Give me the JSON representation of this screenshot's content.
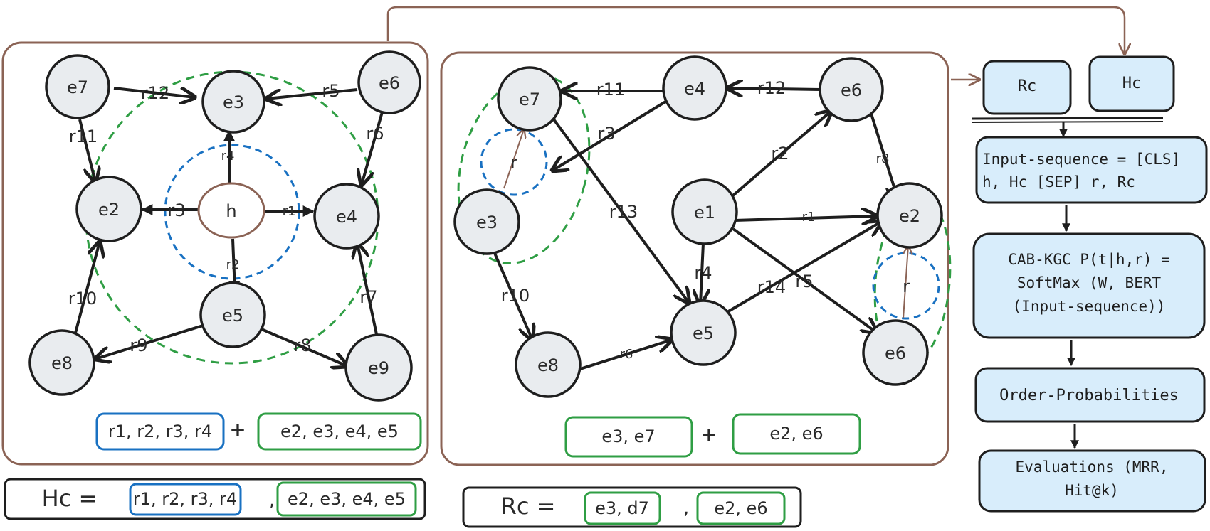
{
  "hc_panel": {
    "nodes": {
      "e7": "e7",
      "e3": "e3",
      "e6": "e6",
      "e2": "e2",
      "h": "h",
      "e4": "e4",
      "e5": "e5",
      "e8": "e8",
      "e9": "e9"
    },
    "edges": {
      "r12": "r12",
      "r5": "r5",
      "r11": "r11",
      "r6": "r6",
      "r4": "r4",
      "r3": "r3",
      "r1": "r1",
      "r2": "r2",
      "r10": "r10",
      "r7": "r7",
      "r9": "r9",
      "r8": "r8"
    },
    "relations_box": "r1, r2, r3, r4",
    "plus": "+",
    "entities_box": "e2, e3, e4, e5"
  },
  "rc_panel": {
    "nodes": {
      "e7": "e7",
      "e4": "e4",
      "e6_top": "e6",
      "r_left": "r",
      "e3": "e3",
      "e1": "e1",
      "e2": "e2",
      "r_right": "r",
      "e5": "e5",
      "e8": "e8",
      "e6_bottom": "e6"
    },
    "edges": {
      "r11": "r11",
      "r12": "r12",
      "r3": "r3",
      "r2": "r2",
      "r8": "r8",
      "r13": "r13",
      "r1": "r1",
      "r4": "r4",
      "r14": "r14",
      "r5": "r5",
      "r10": "r10",
      "r6": "r6"
    },
    "left_box": "e3, e7",
    "plus": "+",
    "right_box": "e2, e6"
  },
  "hc_equation": {
    "label": "Hc =",
    "relations": "r1, r2, r3, r4",
    "comma": ",",
    "entities": "e2, e3, e4, e5"
  },
  "rc_equation": {
    "label": "Rc =",
    "first": "e3, d7",
    "comma": ",",
    "second": "e2, e6"
  },
  "flow": {
    "rc_box": "Rc",
    "hc_box": "Hc",
    "input_line1": "Input-sequence = [CLS]",
    "input_line2": "h, Hc [SEP] r, Rc",
    "model_line1": "CAB-KGC P(t|h,r) =",
    "model_line2": "SoftMax (W, BERT",
    "model_line3": "(Input-sequence))",
    "order": "Order-Probabilities",
    "eval_line1": "Evaluations (MRR,",
    "eval_line2": "Hit@k)"
  },
  "colors": {
    "node_fill": "#e9ecef",
    "frame": "#8b6355",
    "green": "#2f9e44",
    "blue": "#1971c2",
    "flow_fill": "#d8edfb"
  }
}
